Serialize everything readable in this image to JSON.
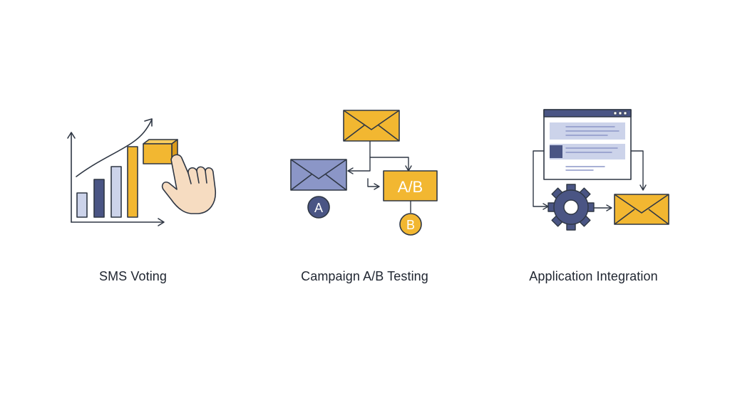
{
  "colors": {
    "ink": "#2f3744",
    "yellow": "#f2b731",
    "yellow_dark": "#d99a1b",
    "navy": "#4a5584",
    "periwinkle": "#8b96c7",
    "pale_blue": "#ccd3ea",
    "skin": "#f6dcc1",
    "white": "#ffffff"
  },
  "features": [
    {
      "label": "SMS Voting",
      "icon": "bar-chart-with-hand-icon"
    },
    {
      "label": "Campaign A/B Testing",
      "icon": "email-split-test-icon",
      "box_label": "A/B",
      "badge_a": "A",
      "badge_b": "B"
    },
    {
      "label": "Application Integration",
      "icon": "app-window-gear-email-icon"
    }
  ]
}
